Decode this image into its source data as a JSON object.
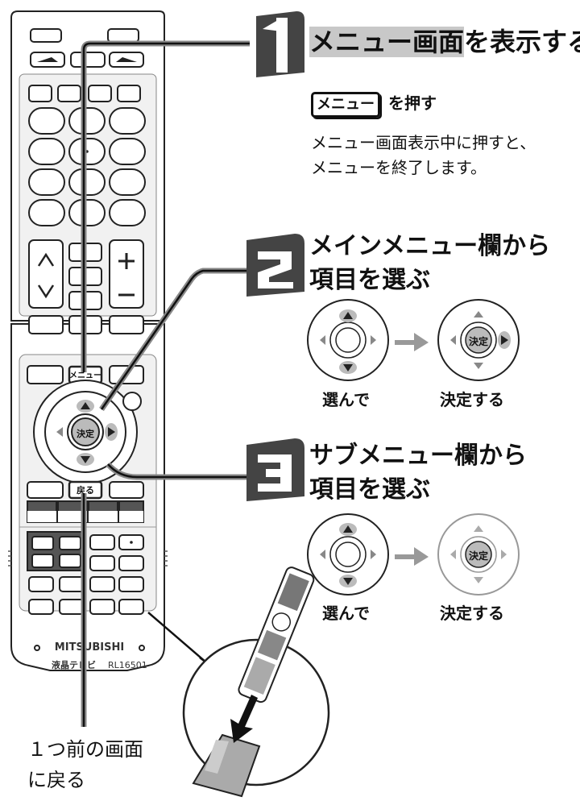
{
  "steps": [
    {
      "number": "1",
      "title_highlight": "メニュー画面",
      "title_rest": "を表示する"
    },
    {
      "number": "2",
      "title_line1": "メインメニュー欄から",
      "title_line2": "項目を選ぶ"
    },
    {
      "number": "3",
      "title_line1": "サブメニュー欄から",
      "title_line2": "項目を選ぶ"
    }
  ],
  "step1": {
    "key_label": "メニュー",
    "action": "を押す",
    "note_line1": "メニュー画面表示中に押すと、",
    "note_line2": "メニューを終了します。"
  },
  "pad_captions": {
    "select": "選んで",
    "confirm": "決定する"
  },
  "center_key_label": "決定",
  "remote": {
    "brand": "MITSUBISHI",
    "product": "液晶テレビ",
    "model": "RL16501",
    "menu_key": "メニュー",
    "back_key": "戻る",
    "enter_key": "決定"
  },
  "back_callout_line1": "１つ前の画面",
  "back_callout_line2": "に戻る",
  "colors": {
    "badge": "#444444",
    "highlight": "#c8c8c8",
    "arrow": "#999999",
    "remote_stroke": "#222222"
  }
}
